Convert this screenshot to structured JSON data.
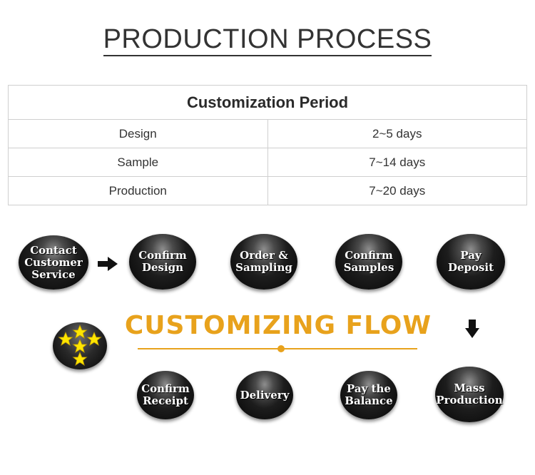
{
  "header": {
    "title": "PRODUCTION PROCESS"
  },
  "period_table": {
    "heading": "Customization Period",
    "rows": [
      {
        "stage": "Design",
        "duration": "2~5 days"
      },
      {
        "stage": "Sample",
        "duration": "7~14 days"
      },
      {
        "stage": "Production",
        "duration": "7~20 days"
      }
    ]
  },
  "flow": {
    "title": "CUSTOMIZING FLOW",
    "accent_color": "#e8a21c",
    "steps_top": [
      "Contact\nCustomer\nService",
      "Confirm\nDesign",
      "Order &\nSampling",
      "Confirm\nSamples",
      "Pay\nDeposit"
    ],
    "steps_bottom": [
      "Confirm\nReceipt",
      "Delivery",
      "Pay the\nBalance",
      "Mass\nProduction"
    ],
    "icons": {
      "right_arrow": "arrow-right-icon",
      "down_arrow": "arrow-down-icon",
      "badge": "five-stars-icon"
    }
  }
}
